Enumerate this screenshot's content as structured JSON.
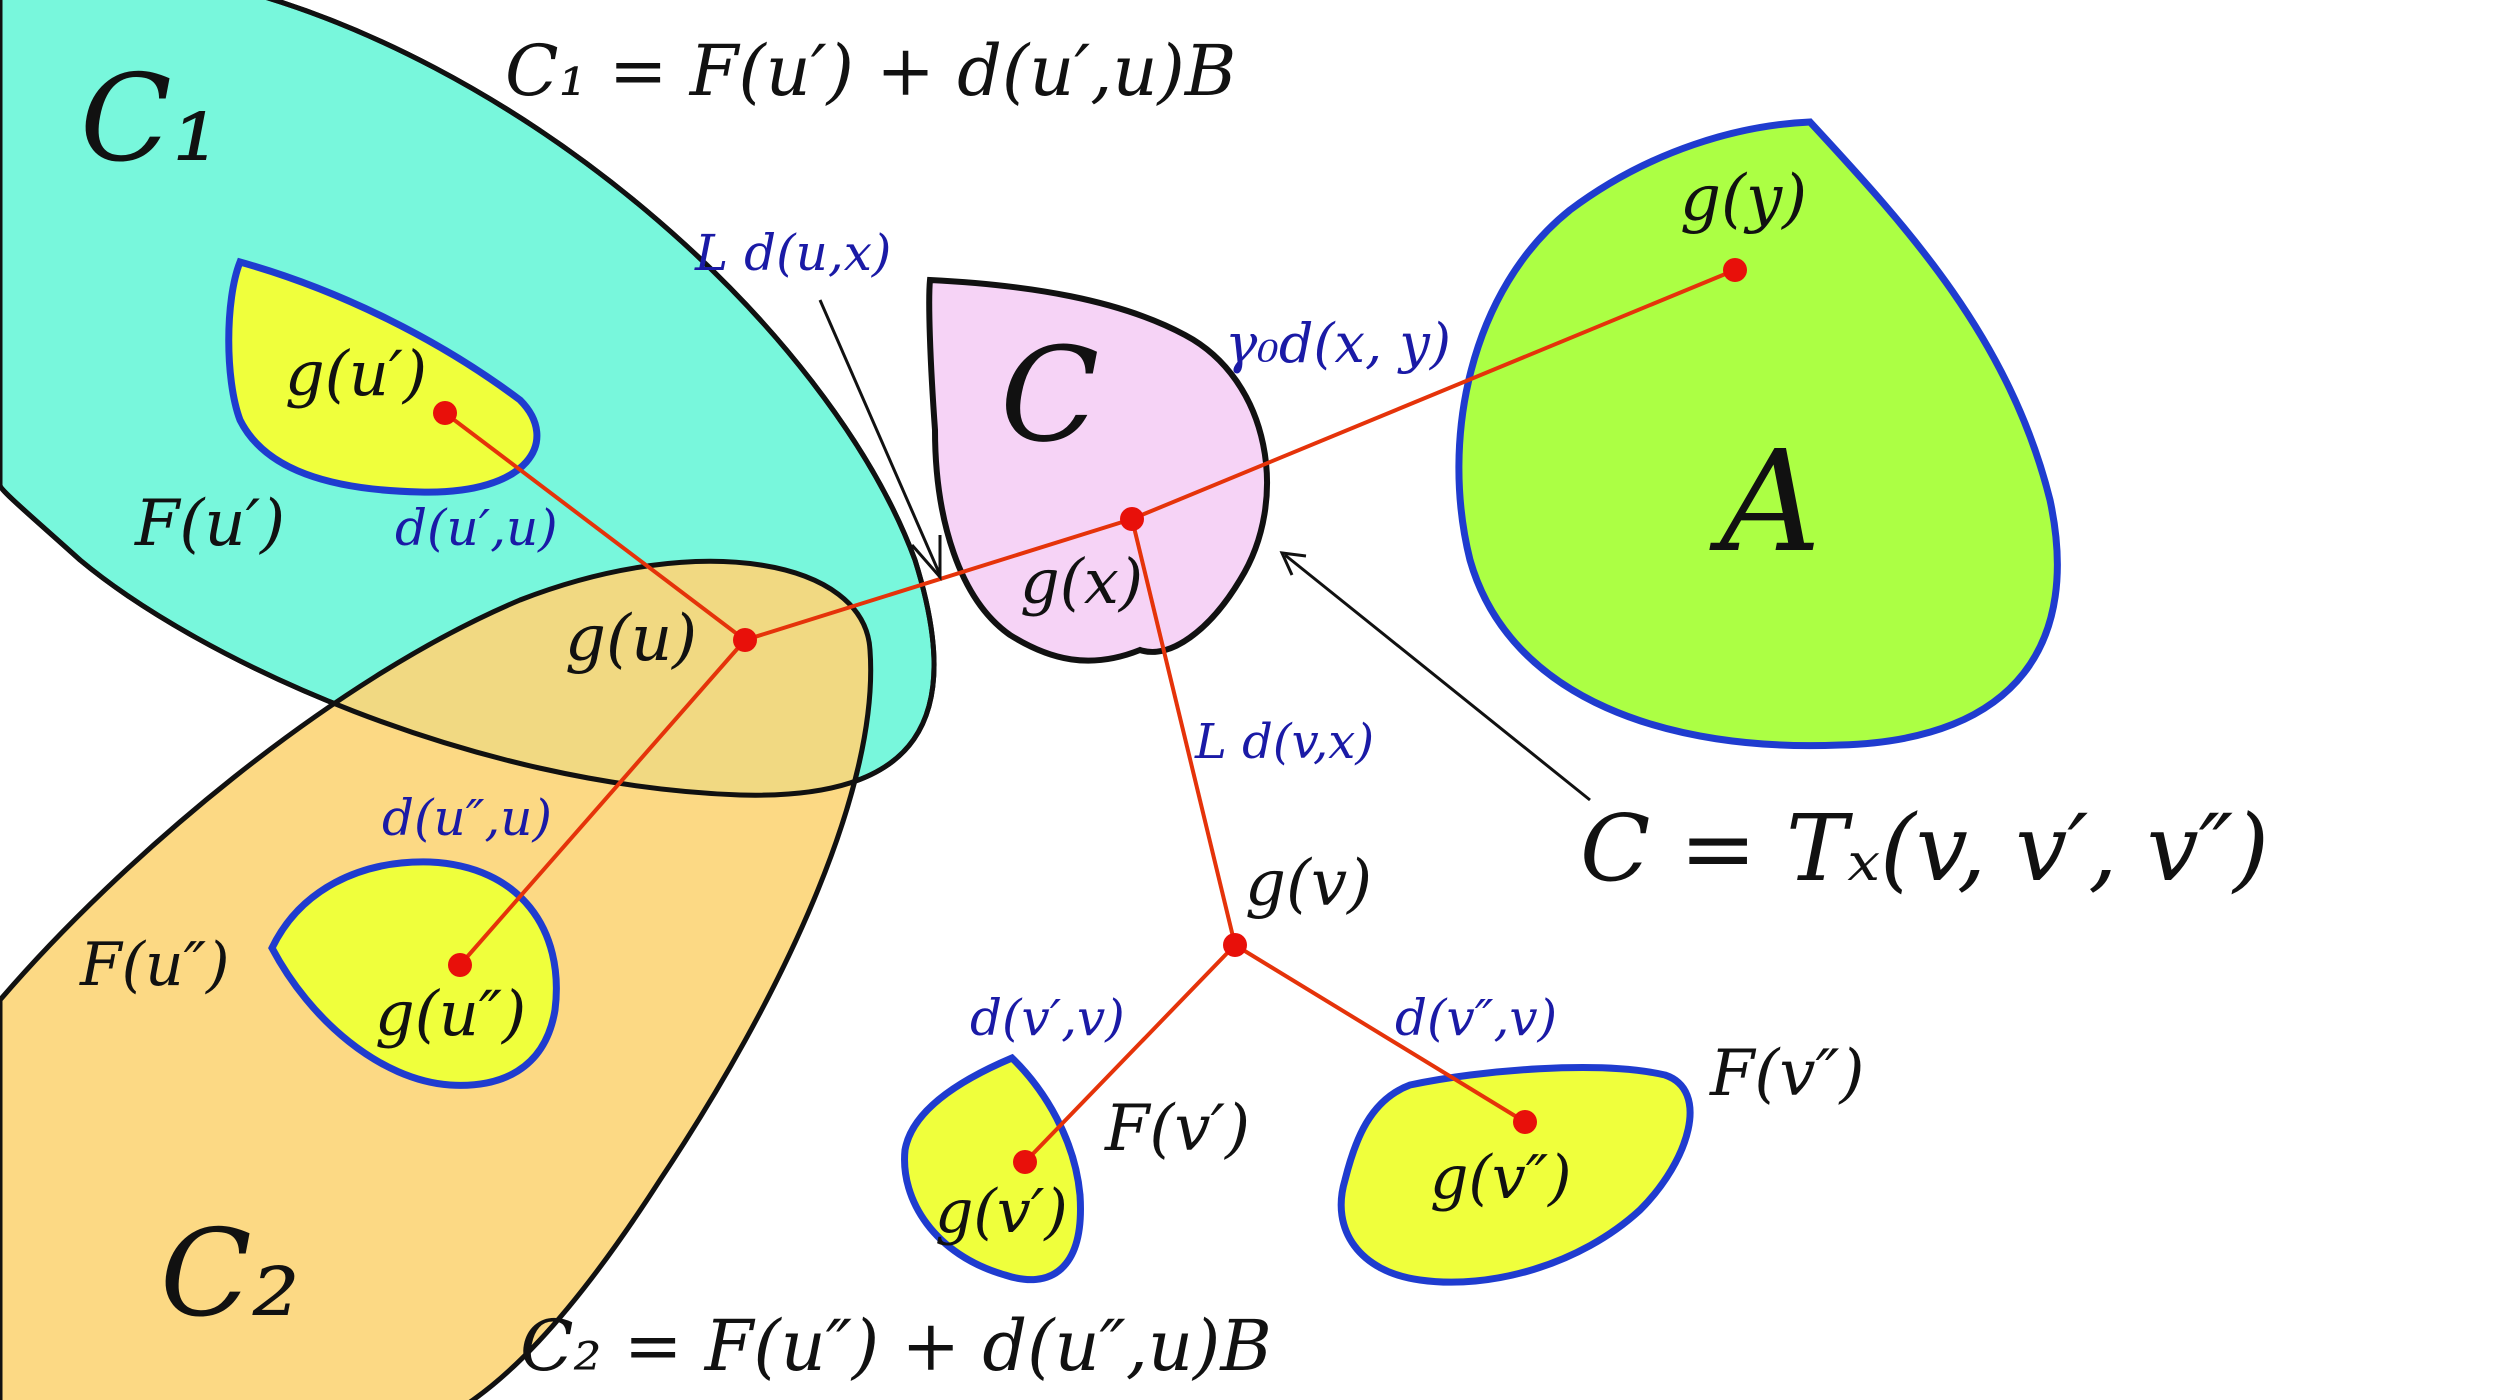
{
  "colors": {
    "c1_fill": "#78f7dc",
    "c2_fill": "#fcd67a",
    "c_fill": "#f6d3f6",
    "a_fill": "#acff44",
    "f_fill": "#efff3c",
    "outline_black": "#111111",
    "outline_blue": "#1f3ccf",
    "segment_red": "#e5330a",
    "point_red": "#e8100a",
    "label_blue": "#1a1aa6",
    "arrow_black": "#111111"
  },
  "formulas": {
    "c1_def": "C₁ = F(u′) + d(u′,u)B",
    "c2_def": "C₂ = F(u″) + d(u″,u)B",
    "c_def": "C = Tₓ(v, v′, v″)"
  },
  "regions": {
    "c1": "C₁",
    "c2": "C₂",
    "c": "C",
    "a": "A",
    "f_u_prime": "F(u′)",
    "f_u_dprime": "F(u″)",
    "f_v_prime": "F(v′)",
    "f_v_dprime": "F(v″)"
  },
  "points": {
    "g_u_prime": "g(u′)",
    "g_u": "g(u)",
    "g_u_dprime": "g(u″)",
    "g_x": "g(x)",
    "g_y": "g(y)",
    "g_v": "g(v)",
    "g_v_prime": "g(v′)",
    "g_v_dprime": "g(v″)"
  },
  "distances": {
    "d_uprime_u": "d(u′,u)",
    "d_udprime_u": "d(u″,u)",
    "L_d_u_x": "L d(u,x)",
    "gamma0_d_x_y": "γ₀d(x, y)",
    "L_d_v_x": "L d(v,x)",
    "d_vprime_v": "d(v′,v)",
    "d_vdprime_v": "d(v″,v)"
  }
}
